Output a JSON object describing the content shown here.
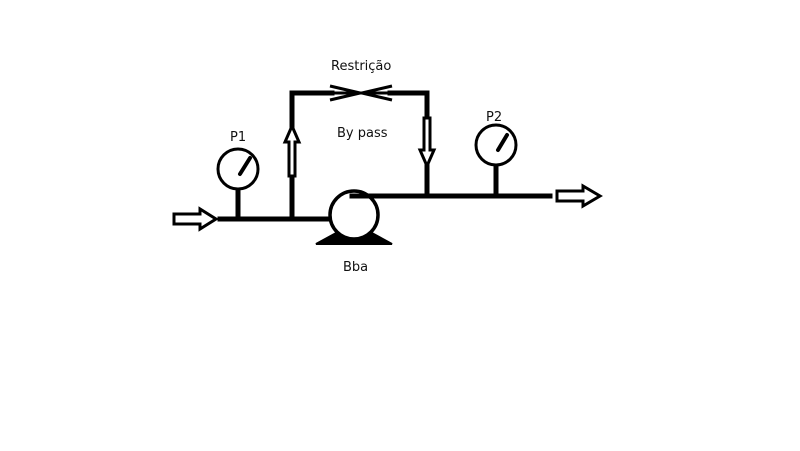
{
  "labels": {
    "restriction": "Restrição",
    "bypass": "By pass",
    "gauge1": "P1",
    "gauge2": "P2",
    "pump": "Bba"
  },
  "colors": {
    "line": "#000000",
    "background": "#ffffff"
  }
}
